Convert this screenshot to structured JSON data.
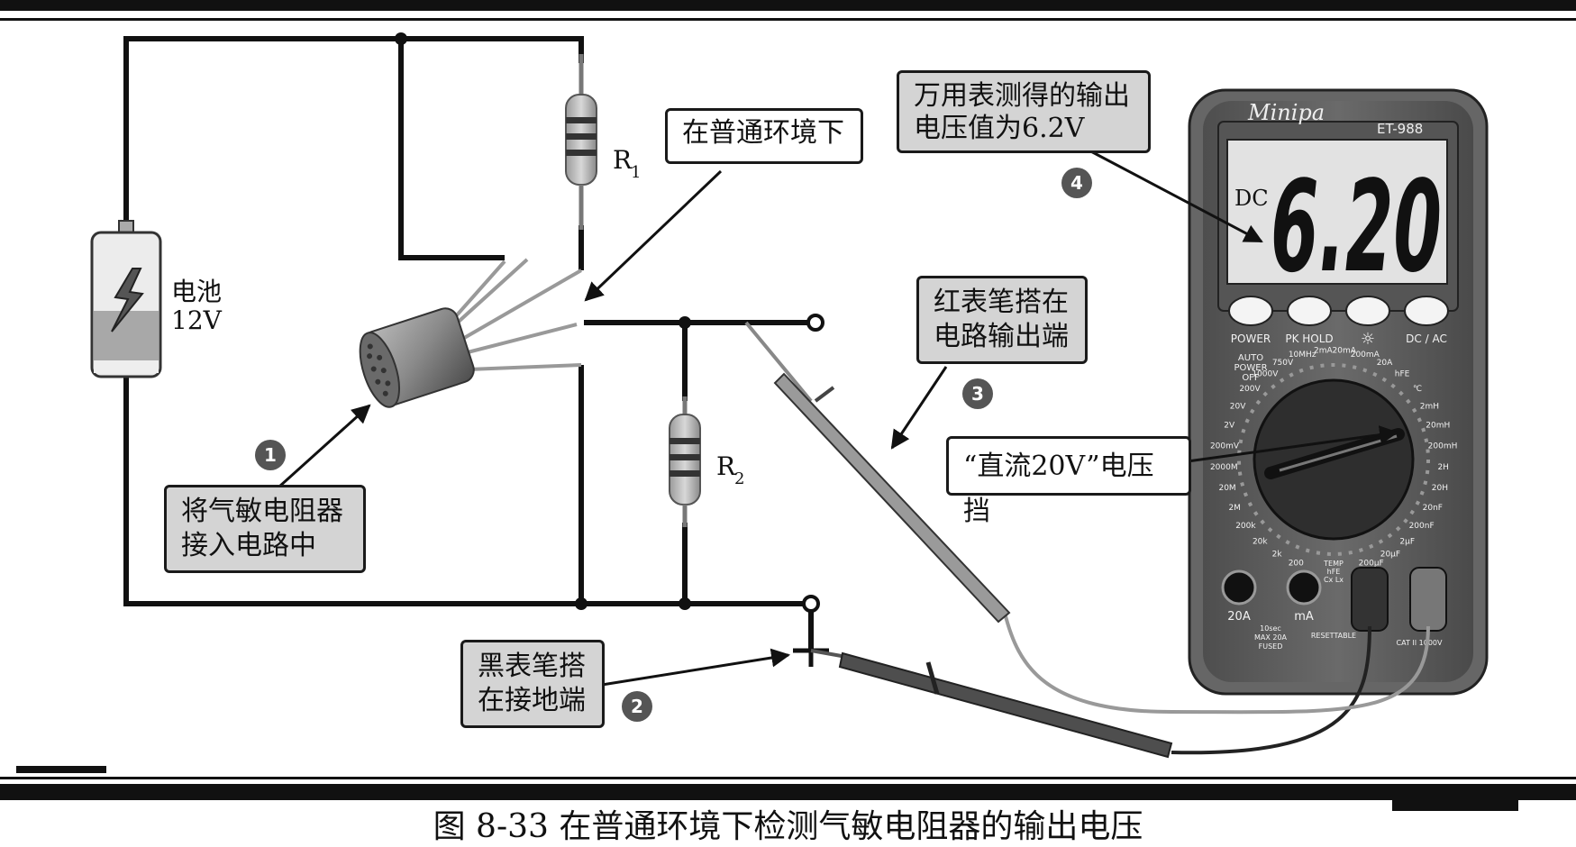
{
  "labels": {
    "battery": [
      "电池",
      "12V"
    ],
    "r1": "R",
    "r1_sub": "1",
    "r2": "R",
    "r2_sub": "2",
    "normal_env": "在普通环境下",
    "meter_reading_note": [
      "万用表测得的输出",
      "电压值为6.2V"
    ],
    "red_probe_note": [
      "红表笔搭在",
      "电路输出端"
    ],
    "range_note": "“直流20V”电压挡",
    "step1_note": [
      "将气敏电阻器",
      "接入电路中"
    ],
    "black_probe_note": [
      "黑表笔搭",
      "在接地端"
    ],
    "steps": [
      "1",
      "2",
      "3",
      "4"
    ],
    "caption": "图 8-33  在普通环境下检测气敏电阻器的输出电压"
  },
  "meter": {
    "brand": "Minipa",
    "model": "ET-988",
    "mode": "DC",
    "display": "6.20",
    "buttons": [
      "POWER",
      "PK HOLD",
      "☼",
      "DC / AC"
    ],
    "auto_power_off": [
      "AUTO",
      "POWER",
      "OFF"
    ],
    "dial_labels": [
      "200",
      "2k",
      "20k",
      "200k",
      "2M",
      "20M",
      "2000M",
      "200mV",
      "2V",
      "20V",
      "200V",
      "1000V",
      "750V",
      "10MHz",
      "2mA",
      "20mA",
      "200mA",
      "20A",
      "hFE",
      "℃",
      "2mH",
      "20mH",
      "200mH",
      "2H",
      "20H",
      "20nF",
      "200nF",
      "2μF",
      "20μF",
      "200μF"
    ],
    "jacks": [
      "20A",
      "mA"
    ],
    "fuse_note": [
      "10sec",
      "MAX 20A",
      "FUSED"
    ],
    "resettable": "RESETTABLE",
    "temp_labels": [
      "TEMP",
      "hFE",
      "Cx Lx"
    ],
    "cat": "CAT II 1000V"
  }
}
